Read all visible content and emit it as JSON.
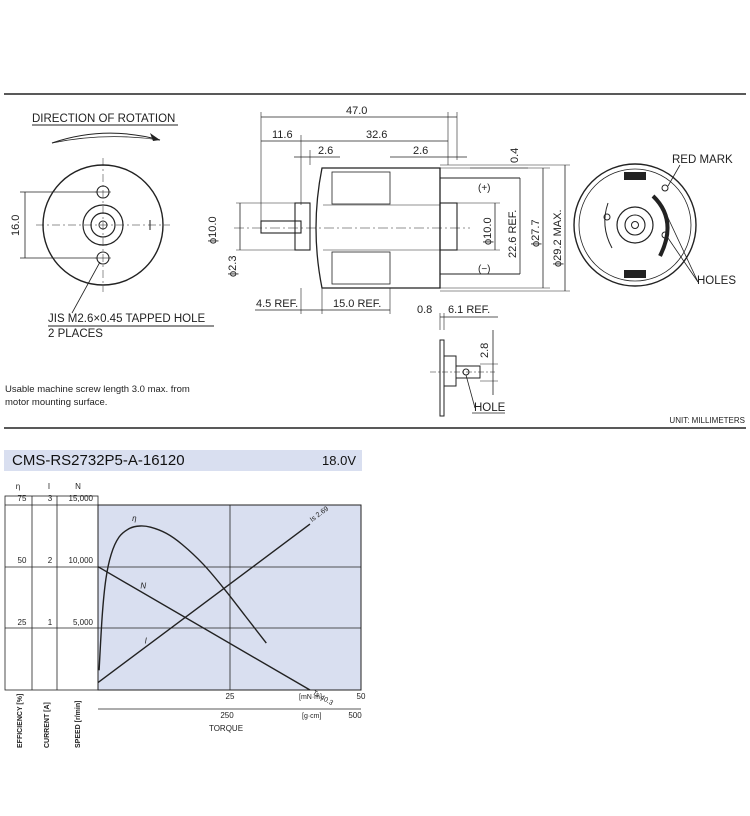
{
  "drawing": {
    "direction_label": "DIRECTION OF ROTATION",
    "front_dim": "16.0",
    "tapped_hole_line1": "JIS M2.6×0.45 TAPPED HOLE",
    "tapped_hole_line2": "2 PLACES",
    "screw_note_line1": "Usable machine screw length 3.0 max. from",
    "screw_note_line2": "motor mounting surface.",
    "dim_overall": "47.0",
    "dim_shaft": "11.6",
    "dim_body": "32.6",
    "dim_front_boss": "2.6",
    "dim_rear_boss": "2.6",
    "dim_04": "0.4",
    "dim_shaft_dia": "ϕ10.0",
    "dim_shaft_small": "ϕ2.3",
    "dim_rear_dia": "ϕ10.0",
    "dim_rear_ref": "22.6 REF.",
    "dim_body_dia": "ϕ27.7",
    "dim_max_dia": "ϕ29.2 MAX.",
    "dim_45": "4.5 REF.",
    "dim_150": "15.0 REF.",
    "terminal_plus": "(+)",
    "terminal_minus": "(−)",
    "red_mark": "RED MARK",
    "holes": "HOLES",
    "dim_08": "0.8",
    "dim_61": "6.1 REF.",
    "dim_28": "2.8",
    "hole": "HOLE",
    "unit": "UNIT: MILLIMETERS"
  },
  "chart_header": {
    "model": "CMS-RS2732P5-A-16120",
    "voltage": "18.0V"
  },
  "chart_data": {
    "type": "line",
    "axes": {
      "efficiency": {
        "symbol": "η",
        "label": "EFFICIENCY [%]",
        "range": [
          0,
          75
        ],
        "ticks": [
          "75",
          "50",
          "25"
        ]
      },
      "current": {
        "symbol": "I",
        "label": "CURRENT [A]",
        "range": [
          0,
          3
        ],
        "ticks": [
          "3",
          "2",
          "1"
        ]
      },
      "speed": {
        "symbol": "N",
        "label": "SPEED [r/min]",
        "range": [
          0,
          15000
        ],
        "ticks": [
          "15,000",
          "10,000",
          "5,000"
        ]
      },
      "torque_mnm": {
        "unit": "[mN·m]",
        "range": [
          0,
          50
        ],
        "ticks": [
          "25",
          "50"
        ]
      },
      "torque_gcm": {
        "unit": "[g·cm]",
        "range": [
          0,
          500
        ],
        "ticks": [
          "250",
          "500"
        ]
      },
      "xlabel": "TORQUE"
    },
    "grid": true,
    "series": [
      {
        "name": "N",
        "axis": "speed",
        "x": [
          0,
          40.3
        ],
        "y": [
          10000,
          0
        ],
        "end_label": "Ts 40.3"
      },
      {
        "name": "I",
        "axis": "current",
        "x": [
          0,
          40.3
        ],
        "y": [
          0.12,
          2.69
        ],
        "end_label": "Is 2.69"
      },
      {
        "name": "η",
        "axis": "efficiency",
        "x": [
          0.2,
          0.8,
          1.5,
          2.5,
          4,
          6,
          8,
          10,
          13,
          16,
          20,
          24,
          28,
          32
        ],
        "y": [
          8,
          30,
          45,
          55,
          62,
          65.5,
          66.5,
          66,
          63.5,
          59,
          51,
          41,
          30,
          19
        ]
      }
    ]
  }
}
